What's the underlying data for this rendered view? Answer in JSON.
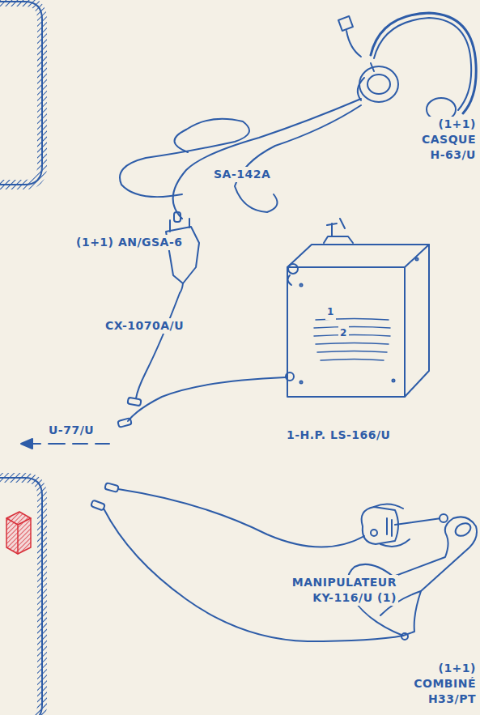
{
  "diagram": {
    "labels": [
      "(1+1) CASQUE H-63/U",
      "SA-142A",
      "(1+1) AN/GSA-6",
      "CX-1070A/U",
      "1",
      "2",
      "U-77/U",
      "1-H.P. LS-166/U",
      "MANIPULATEUR KY-116/U (1)",
      "(1+1) COMBINÉ H33/PT"
    ]
  }
}
